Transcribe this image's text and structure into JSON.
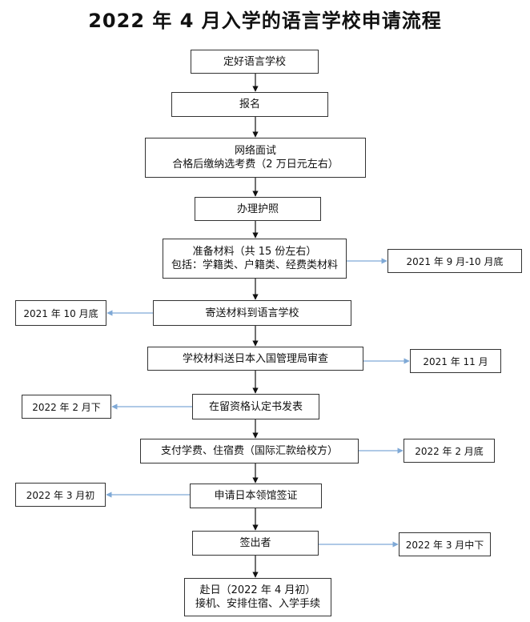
{
  "title": "2022 年 4 月入学的语言学校申请流程",
  "steps": [
    {
      "lines": [
        "定好语言学校"
      ]
    },
    {
      "lines": [
        "报名"
      ]
    },
    {
      "lines": [
        "网络面试",
        "合格后缴纳选考费（2 万日元左右）"
      ]
    },
    {
      "lines": [
        "办理护照"
      ]
    },
    {
      "lines": [
        "准备材料（共 15 份左右）",
        "包括：学籍类、户籍类、经费类材料"
      ]
    },
    {
      "lines": [
        "寄送材料到语言学校"
      ]
    },
    {
      "lines": [
        "学校材料送日本入国管理局审查"
      ]
    },
    {
      "lines": [
        "在留资格认定书发表"
      ]
    },
    {
      "lines": [
        "支付学费、住宿费（国际汇款给校方）"
      ]
    },
    {
      "lines": [
        "申请日本领馆签证"
      ]
    },
    {
      "lines": [
        "签出者"
      ]
    },
    {
      "lines": [
        "赴日（2022 年 4 月初）",
        "接机、安排住宿、入学手续"
      ]
    }
  ],
  "notes": [
    {
      "step": 4,
      "side": "right",
      "text": "2021 年 9 月-10 月底"
    },
    {
      "step": 5,
      "side": "left",
      "text": "2021 年 10 月底"
    },
    {
      "step": 6,
      "side": "right",
      "text": "2021 年 11 月"
    },
    {
      "step": 7,
      "side": "left",
      "text": "2022 年 2 月下"
    },
    {
      "step": 8,
      "side": "right",
      "text": "2022 年 2 月底"
    },
    {
      "step": 9,
      "side": "left",
      "text": "2022 年 3 月初"
    },
    {
      "step": 10,
      "side": "right",
      "text": "2022 年 3 月中下"
    }
  ],
  "colors": {
    "flow_arrow": "#111111",
    "timeline_arrow": "#7fa9d6",
    "box_border": "#333333"
  }
}
